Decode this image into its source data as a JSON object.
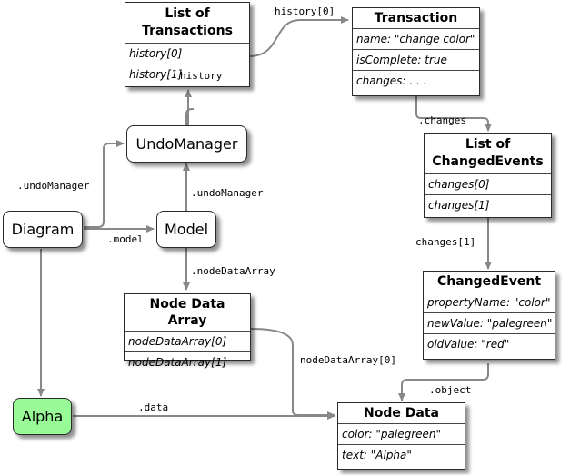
{
  "boxes": {
    "list_transactions": {
      "title": "List of\nTransactions",
      "rows": [
        "history[0]",
        "history[1]"
      ]
    },
    "transaction": {
      "title": "Transaction",
      "rows": [
        "name: \"change color\"",
        "isComplete: true",
        "changes: . . ."
      ]
    },
    "list_changed": {
      "title": "List of\nChangedEvents",
      "rows": [
        "changes[0]",
        "changes[1]"
      ]
    },
    "changed_event": {
      "title": "ChangedEvent",
      "rows": [
        "propertyName: \"color\"",
        "newValue: \"palegreen\"",
        "oldValue: \"red\""
      ]
    },
    "node_data_array": {
      "title": "Node Data Array",
      "rows": [
        "nodeDataArray[0]",
        "nodeDataArray[1]"
      ]
    },
    "node_data": {
      "title": "Node Data",
      "rows": [
        "color: \"palegreen\"",
        "text: \"Alpha\""
      ]
    }
  },
  "nodes": {
    "undo_manager": "UndoManager",
    "diagram": "Diagram",
    "model": "Model",
    "alpha": "Alpha"
  },
  "link_labels": {
    "history0": "history[0]",
    "history": "history",
    "changes": ".changes",
    "changes1": "changes[1]",
    "undo_manager_diagram": ".undoManager",
    "undo_manager_model": ".undoManager",
    "model": ".model",
    "node_data_array": ".nodeDataArray",
    "node_data_array0": "nodeDataArray[0]",
    "object": ".object",
    "data": ".data"
  },
  "colors": {
    "alpha_fill": "#98fb98",
    "link": "#888888"
  }
}
